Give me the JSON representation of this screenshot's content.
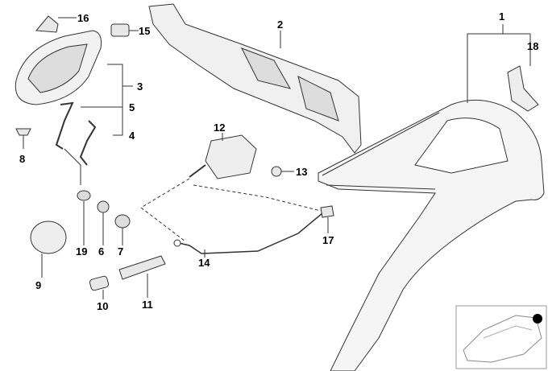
{
  "diagram": {
    "title": "Side panel / fuel filler flap parts",
    "callouts": [
      "1",
      "2",
      "3",
      "4",
      "5",
      "6",
      "7",
      "8",
      "9",
      "10",
      "11",
      "12",
      "13",
      "14",
      "15",
      "16",
      "17",
      "18",
      "19"
    ],
    "colors": {
      "line": "#333333",
      "fill": "#f2f2f2",
      "marker": "#000000"
    }
  }
}
